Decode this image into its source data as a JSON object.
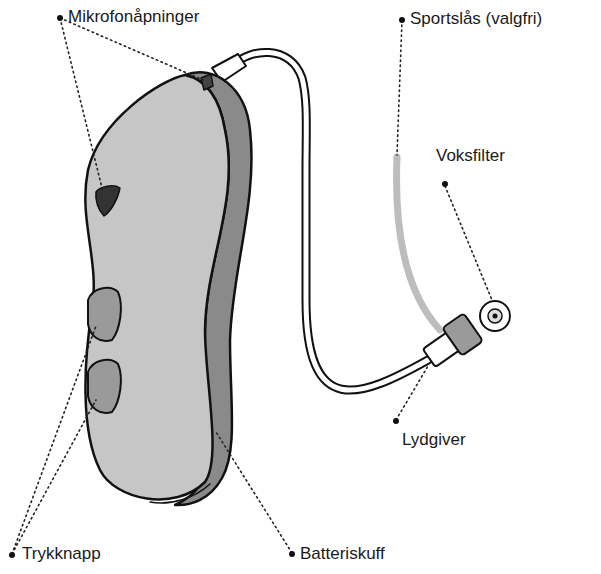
{
  "diagram": {
    "labels": [
      "Mikrofonåpninger",
      "Sportslås (valgfri)",
      "Voksfilter",
      "Lydgiver",
      "Trykknapp",
      "Batteriskuff"
    ]
  }
}
